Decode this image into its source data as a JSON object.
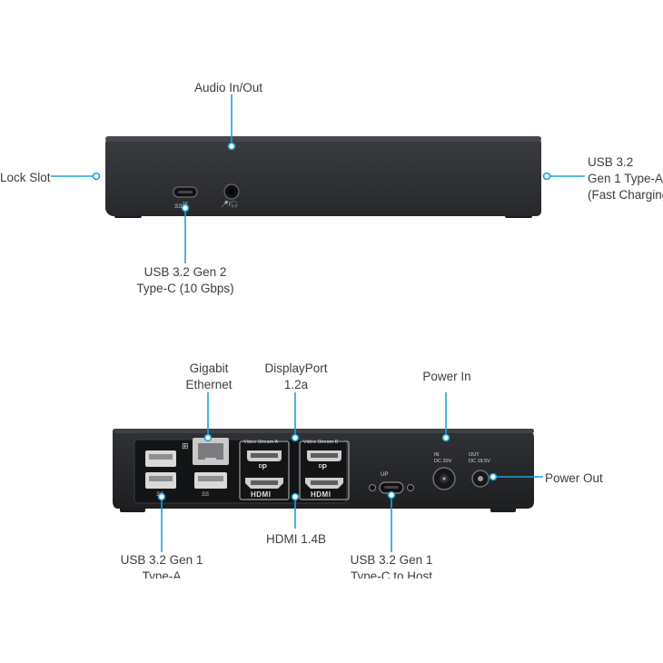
{
  "front_view": {
    "labels": {
      "audio": "Audio In/Out",
      "lock_slot": "Lock Slot",
      "usb_a_fast_1": "USB 3.2",
      "usb_a_fast_2": "Gen 1 Type-A",
      "usb_a_fast_3": "(Fast Charging)",
      "usb_c_1": "USB 3.2 Gen 2",
      "usb_c_2": "Type-C (10 Gbps)"
    },
    "port_markings": {
      "ss10": "SS",
      "ss10_sup": "10",
      "audio_icon": "🎤/🎧"
    }
  },
  "rear_view": {
    "labels": {
      "ethernet_1": "Gigabit",
      "ethernet_2": "Ethernet",
      "displayport_1": "DisplayPort",
      "displayport_2": "1.2a",
      "power_in": "Power In",
      "power_out": "Power Out",
      "hdmi": "HDMI 1.4B",
      "usb_a_1": "USB 3.2 Gen 1",
      "usb_a_2": "Type-A",
      "usb_c_host_1": "USB 3.2 Gen 1",
      "usb_c_host_2": "Type-C to Host"
    },
    "port_markings": {
      "video_stream_a": "Video Stream A",
      "video_stream_b": "Video Stream B",
      "hdmi_logo_a": "HDMI",
      "hdmi_logo_b": "HDMI",
      "dp_logo_a": "ᴰP",
      "dp_logo_b": "ᴰP",
      "ss_a": "SS",
      "ss_b": "SS",
      "up": "UP",
      "in": "IN",
      "in_dc": "DC 20V",
      "out": "OUT",
      "out_dc": "DC 19.5V"
    }
  },
  "colors": {
    "accent": "#1ea0d8",
    "device": "#2b2d30",
    "device_dark": "#1a1b1d",
    "label": "#3d3d3d"
  }
}
